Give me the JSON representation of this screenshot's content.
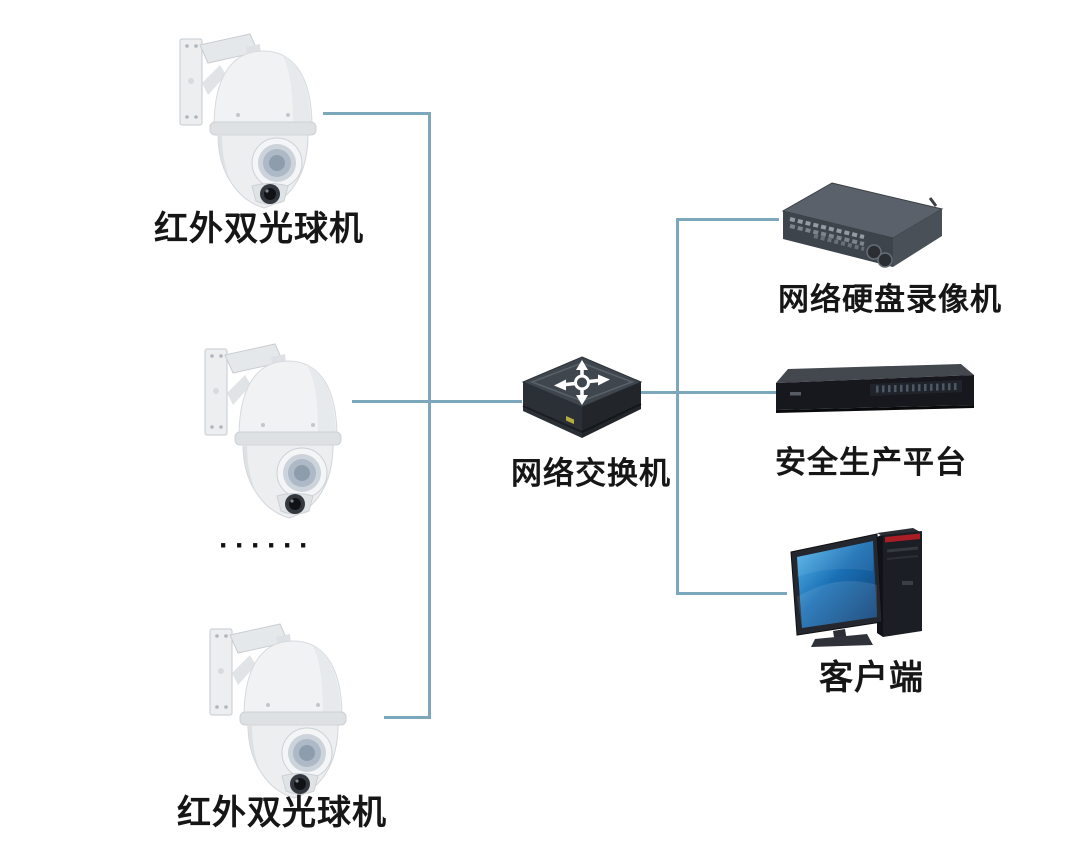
{
  "diagram": {
    "labels": {
      "camera_top": "红外双光球机",
      "camera_bottom": "红外双光球机",
      "ellipsis": "······",
      "switch": "网络交换机",
      "nvr": "网络硬盘录像机",
      "platform": "安全生产平台",
      "client": "客户端"
    },
    "colors": {
      "background": "#ffffff",
      "connector": "#7da7bd",
      "switch_body": "#3a4047",
      "switch_led": "#b5ad3e",
      "nvr_body": "#596069",
      "platform_body": "#16181d",
      "monitor_screen_blue": "#1565ab",
      "tower_accent_red": "#a81e24",
      "camera_body": "#eff1f3",
      "label_text": "#161616"
    },
    "connections": [
      {
        "from": "camera-top",
        "to": "left-rail"
      },
      {
        "from": "camera-middle",
        "to": "switch"
      },
      {
        "from": "camera-bottom",
        "to": "left-rail"
      },
      {
        "from": "left-rail",
        "to": "switch"
      },
      {
        "from": "switch",
        "to": "right-rail"
      },
      {
        "from": "right-rail",
        "to": "nvr"
      },
      {
        "from": "right-rail",
        "to": "platform"
      },
      {
        "from": "right-rail",
        "to": "client"
      }
    ]
  }
}
